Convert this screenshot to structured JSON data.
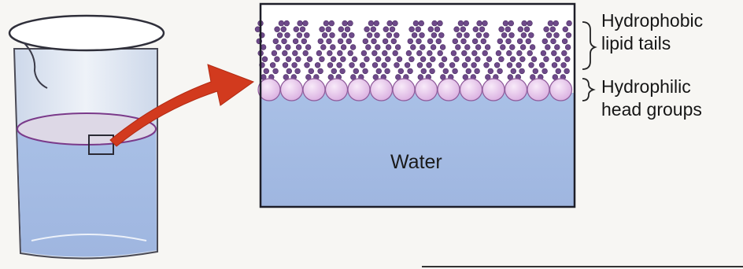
{
  "labels": {
    "tails_line1": "Hydrophobic",
    "tails_line2": "lipid tails",
    "heads_line1": "Hydrophilic",
    "heads_line2": "head groups",
    "water": "Water"
  },
  "colors": {
    "water": "#a9c0e6",
    "water_surface": "#ddd8e6",
    "lipid_tail": "#6e4a8a",
    "lipid_head": "#e7c6ea",
    "arrow": "#d23a1e",
    "background": "#f7f6f3"
  },
  "icons": {
    "beaker": "beaker-with-water",
    "arrow": "curved-arrow-right",
    "lipid": "amphiphilic-lipid-molecule"
  }
}
